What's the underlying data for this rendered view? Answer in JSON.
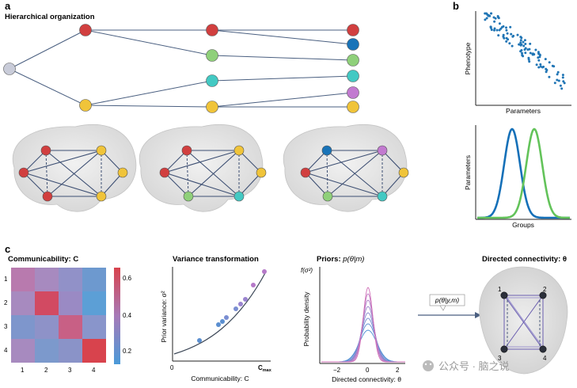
{
  "panel_a": {
    "letter": "a",
    "title": "Hierarchical organization",
    "colors": {
      "gray": "#c9ccd9",
      "red": "#d13f3f",
      "yellow": "#f0c43a",
      "green": "#8fd07a",
      "teal": "#43c9c3",
      "blue": "#1873b8",
      "purple": "#c27ad0",
      "edge": "#4a5f80"
    }
  },
  "panel_b": {
    "letter": "b",
    "scatter": {
      "ylabel": "Phenotype",
      "xlabel": "Parameters",
      "color": "#2075b5"
    },
    "density": {
      "ylabel": "Parameters",
      "xlabel": "Groups",
      "series_colors": [
        "#1570b8",
        "#63c35a"
      ]
    }
  },
  "panel_c": {
    "letter": "c",
    "heatmap": {
      "title": "Communicability: C",
      "row_labels": [
        "1",
        "2",
        "3",
        "4"
      ],
      "col_labels": [
        "1",
        "2",
        "3",
        "4"
      ],
      "colorbar_ticks": [
        "0.6",
        "0.4",
        "0.2"
      ],
      "cells": [
        [
          "#b87aae",
          "#a78abf",
          "#9191c8",
          "#6d99cf"
        ],
        [
          "#a78abf",
          "#d24a62",
          "#9a8ac4",
          "#5c9fd6"
        ],
        [
          "#7e96cc",
          "#8e92c8",
          "#c86085",
          "#8995cb"
        ],
        [
          "#a78abf",
          "#7c99cc",
          "#8a93c8",
          "#d8434d"
        ]
      ]
    },
    "variance": {
      "title": "Variance transformation",
      "ylabel": "Prior variance: σ²",
      "xlabel": "Communicability: C",
      "x_ticks": [
        "0",
        "C"
      ],
      "x_tick_sub": "max",
      "point_colors": [
        "#5b8fd0",
        "#7a8ed2",
        "#9a84cf",
        "#b579c8"
      ]
    },
    "priors": {
      "title": "Priors: p(θ|m)",
      "y_top": "f(σ²)",
      "ylabel": "Probability density",
      "xlabel": "Directed connectivity: θ",
      "x_ticks": [
        "−2",
        "0",
        "2"
      ]
    },
    "posterior_label": "p(θ|y,m)",
    "connectivity": {
      "title": "Directed connectivity: θ",
      "node_labels": [
        "1",
        "2",
        "3",
        "4"
      ]
    }
  },
  "watermark": {
    "text": "公众号 · 脑之说"
  }
}
